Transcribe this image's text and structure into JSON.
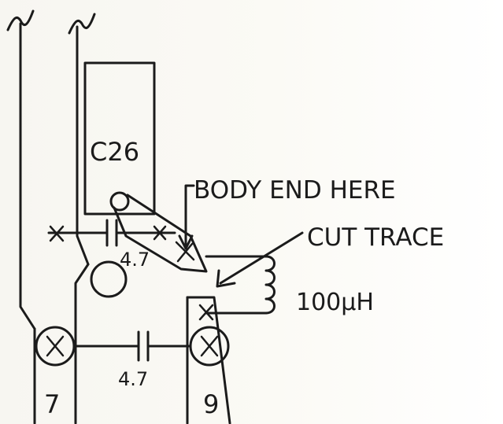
{
  "diagram": {
    "components": {
      "c26_label": "C26",
      "cap_upper_value": "4.7",
      "cap_lower_value": "4.7",
      "inductor_value": "100µH",
      "pin7_label": "7",
      "pin9_label": "9"
    },
    "annotations": {
      "body_end_here": "BODY END HERE",
      "cut_trace": "CUT TRACE"
    }
  }
}
